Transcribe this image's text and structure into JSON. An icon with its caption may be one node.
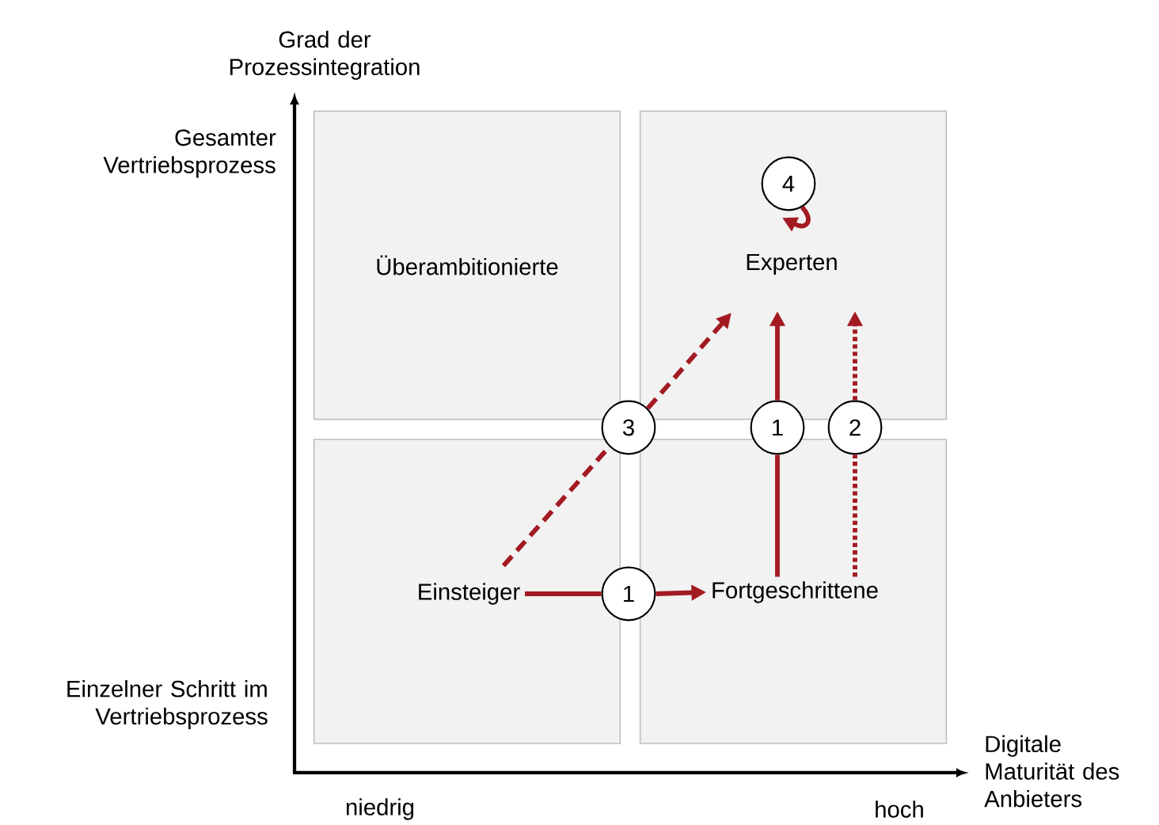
{
  "diagram": {
    "nodes": [
      {
        "text": [
          "Überambitionierte"
        ]
      },
      {
        "text": [],
        "shape": "box"
      },
      {
        "text": [
          "Experten"
        ],
        "in": 1
      },
      {
        "text": [],
        "shape": "box"
      },
      {
        "text": [
          "Einsteiger"
        ],
        "in": 3
      },
      {
        "text": [],
        "shape": "box"
      },
      {
        "text": [
          "Fortgeschrittene"
        ],
        "in": 5
      },
      {
        "text": [
          "4"
        ],
        "in": 1
      },
      {
        "text": [
          "3"
        ]
      },
      {
        "text": [
          "1"
        ]
      },
      {
        "text": [
          "2"
        ]
      },
      {
        "text": [
          "1"
        ]
      }
    ],
    "edges": [
      {
        "from": 4,
        "to": 11,
        "arrow": "none"
      },
      {
        "from": 11,
        "to": 6,
        "arrow": "to"
      },
      {
        "from": 4,
        "to": 8,
        "arrow": "none",
        "style": "dashed"
      },
      {
        "from": 8,
        "to": 2,
        "arrow": "to",
        "style": "dashed"
      },
      {
        "from": 6,
        "to": 9,
        "arrow": "none"
      },
      {
        "from": 9,
        "to": 2,
        "arrow": "to"
      },
      {
        "from": 6,
        "to": 10,
        "arrow": "none",
        "style": "dashed"
      },
      {
        "from": 10,
        "to": 2,
        "arrow": "to",
        "style": "dashed"
      },
      {
        "from": 7,
        "to": 2,
        "arrow": "to"
      }
    ],
    "labels": [
      "Grad der Prozessintegration",
      "Gesamter Vertriebsprozess",
      "Einzelner Schritt im Vertriebsprozess",
      "Digitale Maturität des Anbieters",
      "niedrig",
      "hoch"
    ]
  }
}
